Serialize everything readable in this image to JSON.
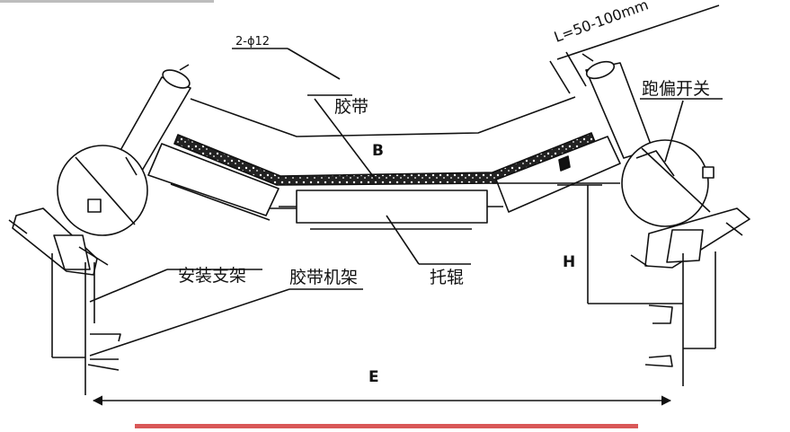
{
  "labels": {
    "hole_spec": "2-ϕ12",
    "gap_spec": "L=50-100mm",
    "belt": "胶带",
    "belt_width": "B",
    "switch": "跑偏开关",
    "mount_bracket": "安装支架",
    "conveyor_frame": "胶带机架",
    "idler": "托辊",
    "height": "H",
    "spacing": "E"
  },
  "colors": {
    "line": "#111111",
    "top_bar": "#bdbdbd",
    "bottom_stripe": "#d23b3b"
  }
}
